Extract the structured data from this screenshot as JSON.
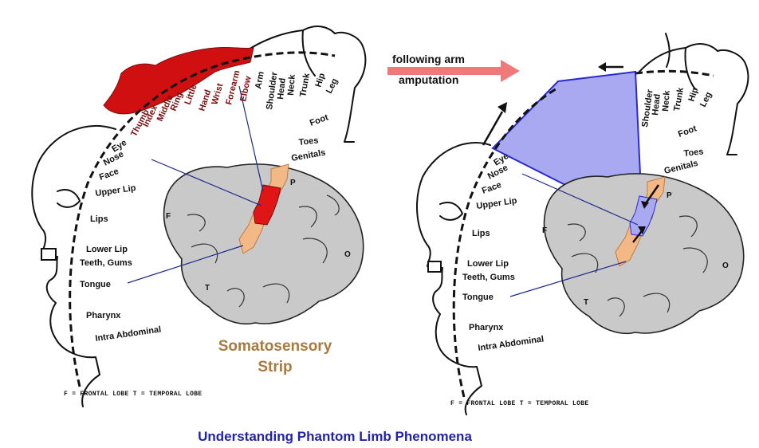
{
  "arrow_text": {
    "line1": "following arm",
    "line2": "amputation"
  },
  "left_panel": {
    "strip_title": {
      "line1": "Somatosensory",
      "line2": "Strip"
    },
    "footnote": "F = FRONTAL LOBE  T = TEMPORAL LOBE",
    "lobes": {
      "frontal": "F",
      "parietal": "P",
      "occipital": "O",
      "temporal": "T"
    },
    "arm_labels": [
      "Thumb",
      "Index",
      "Middle",
      "Ring",
      "Little",
      "Hand",
      "Wrist",
      "Forearm",
      "Elbow"
    ],
    "body_labels_top": [
      "Arm",
      "Shoulder",
      "Head",
      "Neck",
      "Trunk",
      "Hip",
      "Leg"
    ],
    "body_labels_right": [
      "Foot",
      "Toes",
      "Genitals"
    ],
    "face_labels": [
      "Eye",
      "Nose",
      "Face",
      "Upper Lip",
      "Lips",
      "Lower Lip",
      "Teeth, Gums",
      "Tongue",
      "Pharynx",
      "Intra Abdominal"
    ]
  },
  "right_panel": {
    "footnote": "F = FRONTAL LOBE  T = TEMPORAL LOBE",
    "lobes": {
      "frontal": "F",
      "parietal": "P",
      "occipital": "O",
      "temporal": "T"
    },
    "body_labels_top": [
      "Shoulder",
      "Head",
      "Neck",
      "Trunk",
      "Hip",
      "Leg"
    ],
    "body_labels_right": [
      "Foot",
      "Toes",
      "Genitals"
    ],
    "face_labels": [
      "Eye",
      "Nose",
      "Face",
      "Upper Lip",
      "Lips",
      "Lower Lip",
      "Teeth, Gums",
      "Tongue",
      "Pharynx",
      "Intra Abdominal"
    ]
  },
  "caption": "Understanding Phantom Limb Phenomena",
  "colors": {
    "arm_region": "#d01010",
    "face_region": "#f2b987",
    "remapped_region": "#a9a9f2",
    "caption": "#2222aa",
    "arrow": "#f07a7a"
  }
}
